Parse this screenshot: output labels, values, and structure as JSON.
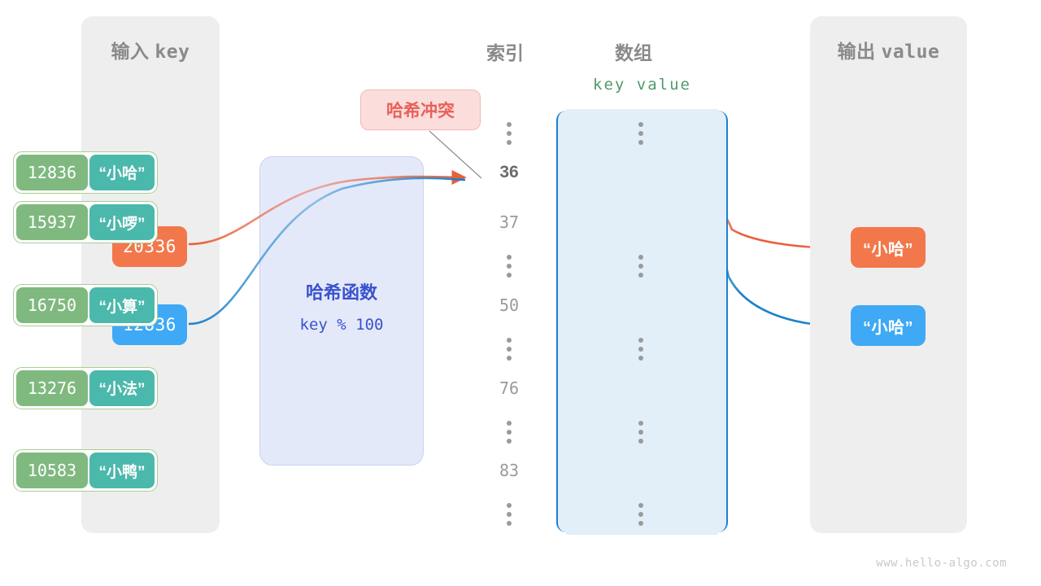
{
  "watermark": "www.hello-algo.com",
  "input_panel": {
    "title_cjk": "输入",
    "title_mono": "key",
    "keys": [
      "20336",
      "12836"
    ]
  },
  "output_panel": {
    "title_cjk": "输出",
    "title_mono": "value",
    "values": [
      "“小哈”",
      "“小哈”"
    ]
  },
  "hash_function": {
    "title": "哈希函数",
    "expression": "key % 100"
  },
  "collision": {
    "label": "哈希冲突"
  },
  "headings": {
    "index": "索引",
    "array": "数组",
    "key_value": "key  value"
  },
  "array": {
    "rows": [
      {
        "type": "dots"
      },
      {
        "type": "entry",
        "index": "36",
        "key": "12836",
        "value": "“小哈”",
        "highlighted": true
      },
      {
        "type": "entry",
        "index": "37",
        "key": "15937",
        "value": "“小啰”",
        "highlighted": false
      },
      {
        "type": "dots"
      },
      {
        "type": "entry",
        "index": "50",
        "key": "16750",
        "value": "“小算”",
        "highlighted": false
      },
      {
        "type": "dots"
      },
      {
        "type": "entry",
        "index": "76",
        "key": "13276",
        "value": "“小法”",
        "highlighted": false
      },
      {
        "type": "dots"
      },
      {
        "type": "entry",
        "index": "83",
        "key": "10583",
        "value": "“小鸭”",
        "highlighted": false
      },
      {
        "type": "dots"
      }
    ]
  },
  "colors": {
    "orange": "#f2784b",
    "blue": "#3fa9f5",
    "key_cell": "#7fb97f",
    "value_cell": "#4bb8ac",
    "array_fill": "#e2eff9",
    "array_border": "#1d7fd0",
    "hash_fill": "#e4e9fa",
    "hash_text": "#3a52cc",
    "collision_fill": "#fbdedc",
    "collision_text": "#e8615a",
    "panel_fill": "#eeeeee",
    "heading_text": "#8a8a8a",
    "kv_header_text": "#4f9a6d"
  }
}
